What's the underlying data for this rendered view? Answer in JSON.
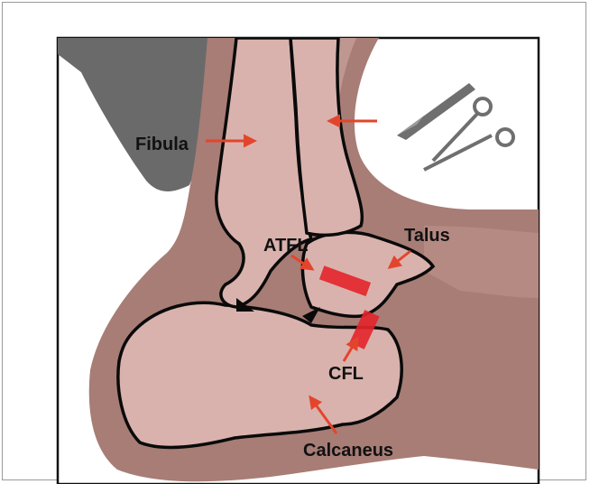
{
  "labels": {
    "fibula": "Fibula",
    "talus": "Talus",
    "atfl": "ATFL",
    "cfl": "CFL",
    "calcaneus": "Calcaneus"
  },
  "colors": {
    "skin": "#a77d76",
    "skin_light": "#c9a39d",
    "bone_fill": "#d9b2ad",
    "bone_outline": "#0a0a0a",
    "shadow": "#636363",
    "arrow": "#e3452c",
    "ligament": "#e3242b",
    "instrument": "#6f6f6f"
  },
  "icons": [
    "scalpel-icon",
    "scissors-icon"
  ]
}
